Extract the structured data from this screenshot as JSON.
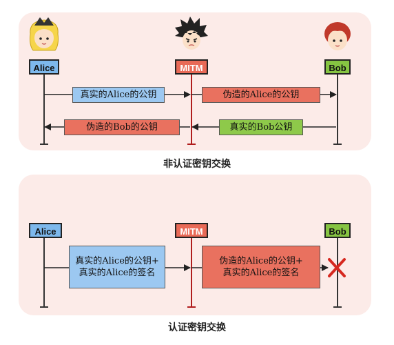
{
  "top": {
    "actors": {
      "alice": "Alice",
      "mitm": "MITM",
      "bob": "Bob"
    },
    "messages": {
      "m1": "真实的Alice的公钥",
      "m2": "伪造的Alice的公钥",
      "m3": "伪造的Bob的公钥",
      "m4": "真实的Bob公钥"
    },
    "caption": "非认证密钥交换"
  },
  "bottom": {
    "actors": {
      "alice": "Alice",
      "mitm": "MITM",
      "bob": "Bob"
    },
    "messages": {
      "m1_line1": "真实的Alice的公钥+",
      "m1_line2": "真实的Alice的签名",
      "m2_line1": "伪造的Alice的公钥+",
      "m2_line2": "真实的Alice的签名"
    },
    "caption": "认证密钥交换"
  },
  "colors": {
    "alice_tag": "#7db8ec",
    "mitm_tag": "#e96a57",
    "bob_tag": "#86c442",
    "genuine_blue": "#9cc8f1",
    "forged_red": "#e9715f",
    "genuine_green": "#8ec94a",
    "reject_cross": "#d6281f"
  },
  "icons": [
    "alice-avatar-icon",
    "mitm-avatar-icon",
    "bob-avatar-icon",
    "reject-cross-icon"
  ]
}
